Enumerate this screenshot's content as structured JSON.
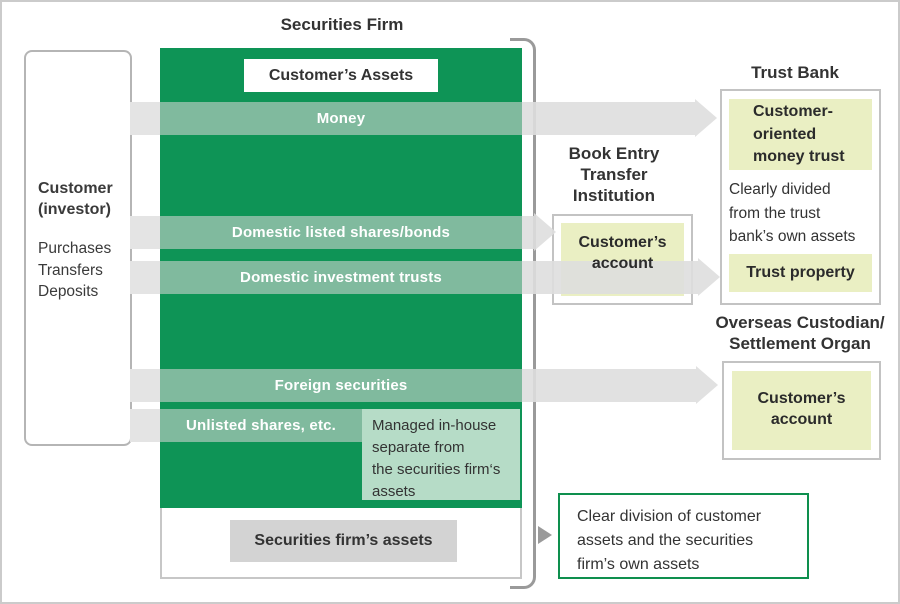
{
  "title": "Securities Firm",
  "customer": {
    "name_lines": [
      "Customer",
      "(investor)"
    ],
    "actions": [
      "Purchases",
      "Transfers",
      "Deposits"
    ]
  },
  "firm": {
    "assets_label": "Customer’s Assets",
    "bands": [
      {
        "label": "Money"
      },
      {
        "label": "Domestic listed shares/bonds"
      },
      {
        "label": "Domestic investment trusts"
      },
      {
        "label": "Foreign securities"
      },
      {
        "label": "Unlisted shares, etc."
      }
    ],
    "note_lines": [
      "Managed in-house",
      "separate from",
      "the securities firm‘s",
      "assets"
    ],
    "own_assets_label": "Securities firm’s assets"
  },
  "book_entry": {
    "heading_lines": [
      "Book Entry",
      "Transfer",
      "Institution"
    ],
    "account_lines": [
      "Customer’s",
      "account"
    ]
  },
  "trust_bank": {
    "heading": "Trust Bank",
    "money_trust_lines": [
      "Customer-",
      "oriented",
      "money trust"
    ],
    "divided_lines": [
      "Clearly divided",
      "from the trust",
      "bank’s own assets"
    ],
    "trust_property_label": "Trust property"
  },
  "overseas": {
    "heading_lines": [
      "Overseas Custodian/",
      "Settlement Organ"
    ],
    "account_lines": [
      "Customer’s",
      "account"
    ]
  },
  "callout": {
    "lines": [
      "Clear division of customer",
      "assets and the securities",
      "firm’s own assets"
    ]
  },
  "colors": {
    "brand_green": "#0e9456",
    "band_green": "#80ba9e",
    "mint_note": "#b6dcc7",
    "pale_yellow": "#eaefc3",
    "arrow_gray": "#dedede",
    "box_border_gray": "#c3c3c3",
    "bracket_gray": "#9a9a9a",
    "own_assets_gray": "#d3d3d3",
    "callout_border_green": "#0e8f4e"
  }
}
